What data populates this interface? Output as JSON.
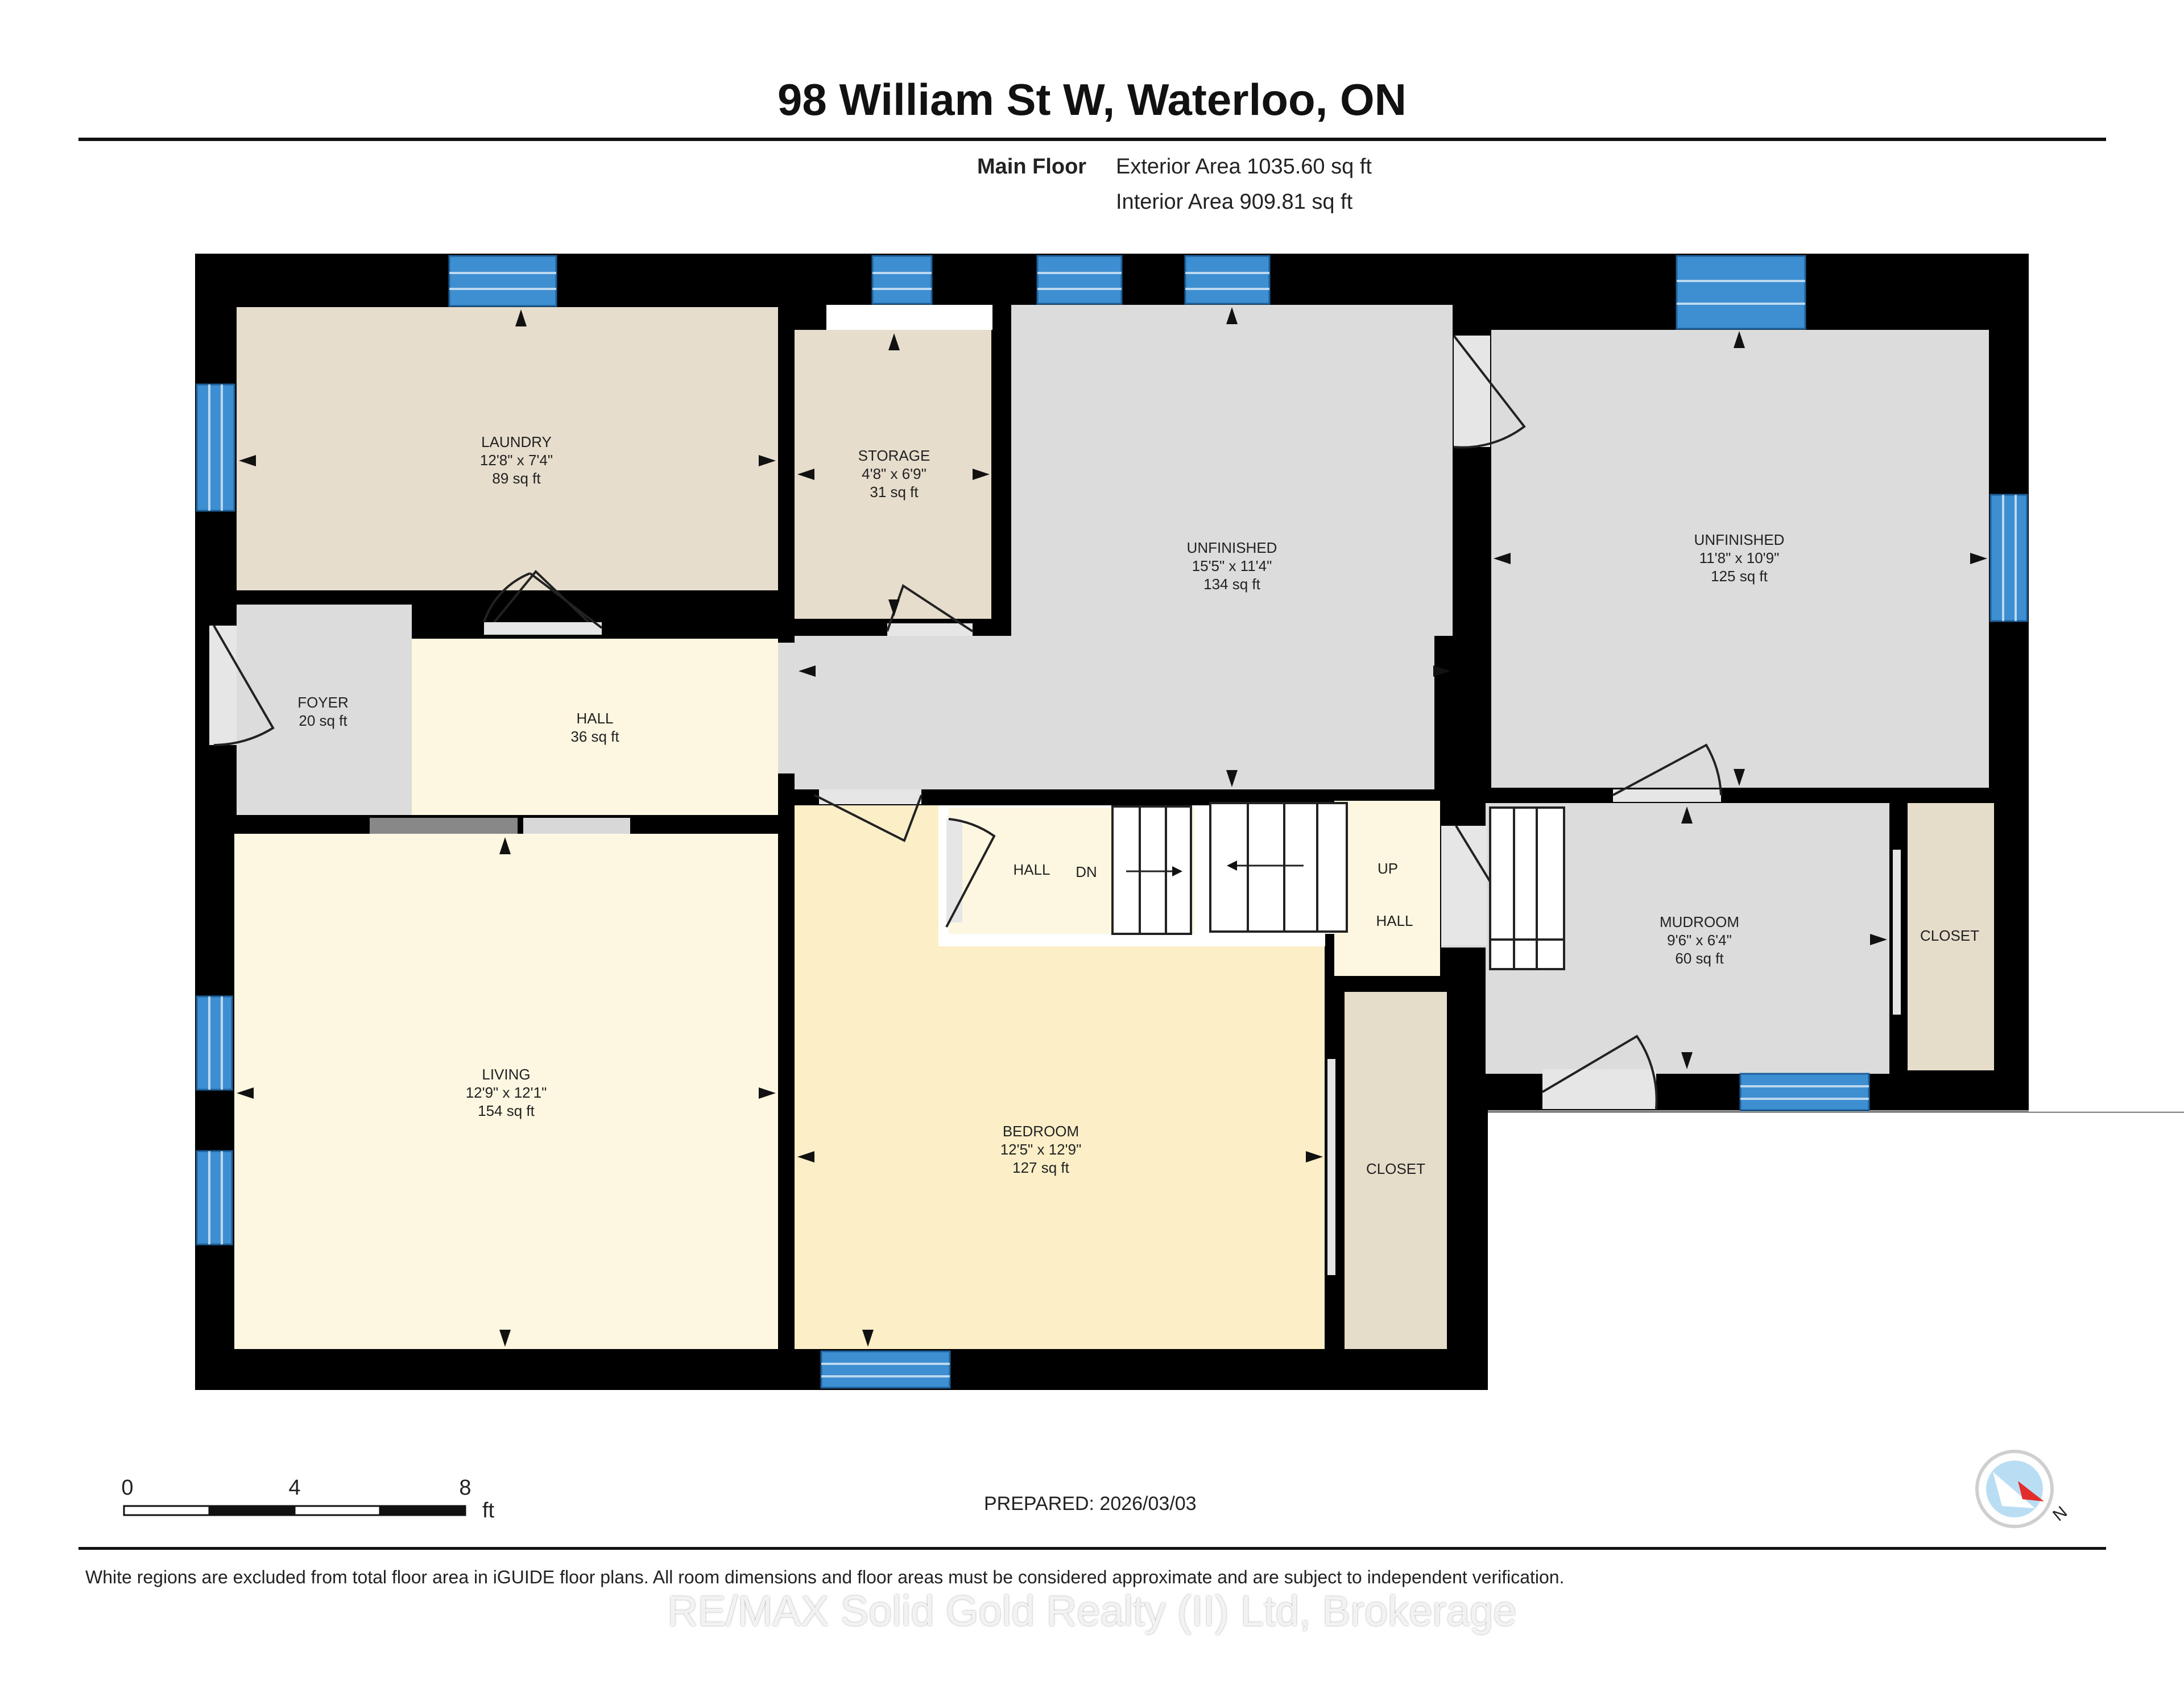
{
  "title": "98 William St W, Waterloo, ON",
  "floor": {
    "name": "Main Floor",
    "exterior_area": "Exterior Area 1035.60 sq ft",
    "interior_area": "Interior Area 909.81 sq ft"
  },
  "rooms": {
    "laundry": {
      "name": "LAUNDRY",
      "dims": "12'8\" x 7'4\"",
      "area": "89 sq ft"
    },
    "storage": {
      "name": "STORAGE",
      "dims": "4'8\" x 6'9\"",
      "area": "31 sq ft"
    },
    "unfinished_1": {
      "name": "UNFINISHED",
      "dims": "15'5\" x 11'4\"",
      "area": "134 sq ft"
    },
    "unfinished_2": {
      "name": "UNFINISHED",
      "dims": "11'8\" x 10'9\"",
      "area": "125 sq ft"
    },
    "foyer": {
      "name": "FOYER",
      "area": "20 sq ft"
    },
    "hall_main": {
      "name": "HALL",
      "area": "36 sq ft"
    },
    "hall_stair": {
      "name": "HALL",
      "stair": "DN"
    },
    "hall_up": {
      "name": "HALL",
      "stair": "UP"
    },
    "mudroom": {
      "name": "MUDROOM",
      "dims": "9'6\" x 6'4\"",
      "area": "60 sq ft"
    },
    "closet_mudroom": {
      "name": "CLOSET"
    },
    "living": {
      "name": "LIVING",
      "dims": "12'9\" x 12'1\"",
      "area": "154 sq ft"
    },
    "bedroom": {
      "name": "BEDROOM",
      "dims": "12'5\" x 12'9\"",
      "area": "127 sq ft"
    },
    "closet_bedroom": {
      "name": "CLOSET"
    }
  },
  "scale": {
    "ticks": [
      "0",
      "4",
      "8"
    ],
    "unit": "ft"
  },
  "compass": {
    "label": "N"
  },
  "prepared": "PREPARED: 2026/03/03",
  "footnote": "White regions are excluded from total floor area in iGUIDE floor plans. All room dimensions and floor areas must be considered approximate and are subject to independent verification.",
  "watermark": "RE/MAX Solid Gold Realty (II) Ltd, Brokerage",
  "colors": {
    "wall": "#000000",
    "window": "#3d8fd1",
    "laundry": "#e6ddcc",
    "unfinished": "#dcdcdc",
    "hall": "#fdf7e1",
    "bedroom": "#fcefc8",
    "closet": "#e5dcc9"
  }
}
